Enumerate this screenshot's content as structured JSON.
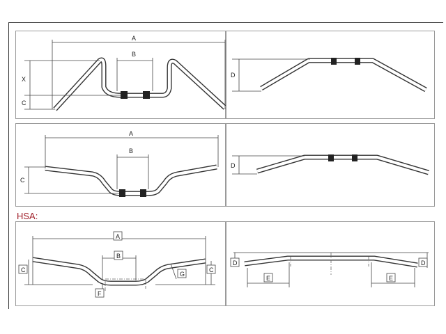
{
  "section_label": "HSA:",
  "panels": {
    "p1": {
      "a": "A",
      "b": "B",
      "x": "X",
      "c": "C"
    },
    "p2": {
      "d": "D"
    },
    "p3": {
      "a": "A",
      "b": "B",
      "c": "C"
    },
    "p4": {
      "d": "D"
    },
    "p5": {
      "a": "A",
      "b": "B",
      "c_left": "C",
      "c_right": "C",
      "f": "F",
      "g": "G"
    },
    "p6": {
      "d_left": "D",
      "d_right": "D",
      "e_left": "E",
      "e_right": "E"
    }
  }
}
